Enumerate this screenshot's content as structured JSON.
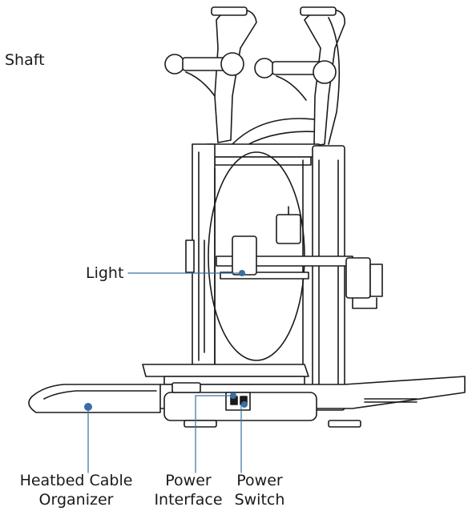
{
  "labels": {
    "shaft": "Shaft",
    "light": "Light",
    "heatbed_cable_organizer": [
      "Heatbed Cable",
      "Organizer"
    ],
    "power_interface": [
      "Power",
      "Interface"
    ],
    "power_switch": [
      "Power",
      "Switch"
    ]
  },
  "colors": {
    "line_art": "#1a1a1a",
    "leader_line": "#3a6ea5",
    "marker_dot": "#3a6ea5"
  }
}
